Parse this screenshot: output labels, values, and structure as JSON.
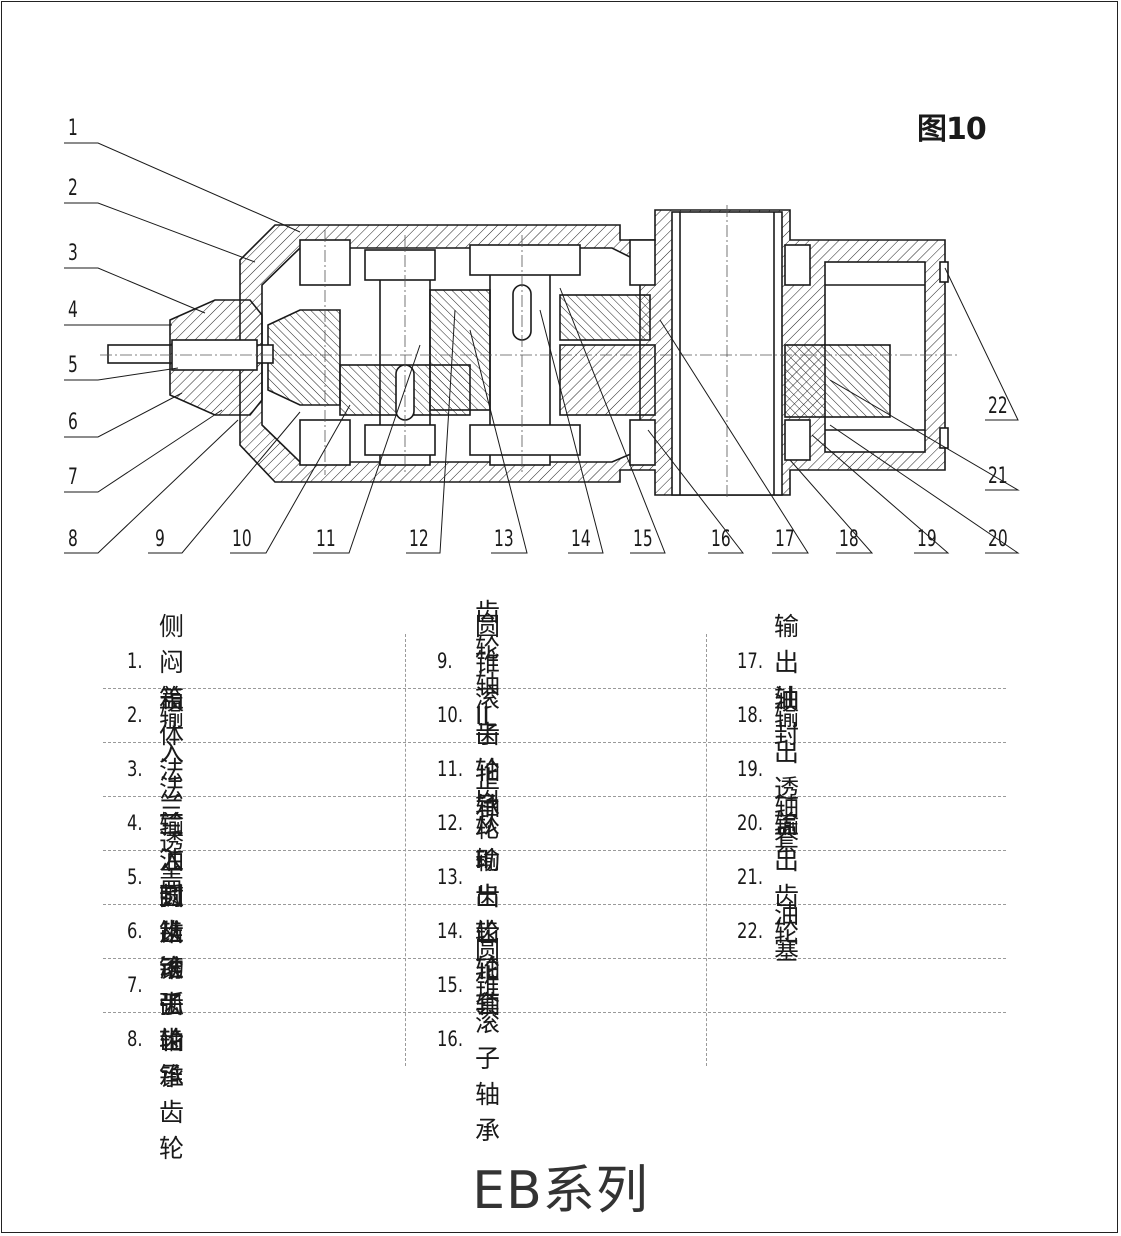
{
  "figure_label": "图10",
  "series_title": "EB系列",
  "callouts": [
    "1",
    "2",
    "3",
    "4",
    "5",
    "6",
    "7",
    "8",
    "9",
    "10",
    "11",
    "12",
    "13",
    "14",
    "15",
    "16",
    "17",
    "18",
    "19",
    "20",
    "21",
    "22"
  ],
  "parts": [
    {
      "num": "1.",
      "name": "侧闷盖"
    },
    {
      "num": "2.",
      "name": "箱体"
    },
    {
      "num": "3.",
      "name": "输入法兰"
    },
    {
      "num": "4.",
      "name": "法兰透盖"
    },
    {
      "num": "5.",
      "name": "油封"
    },
    {
      "num": "6.",
      "name": "输入弧齿锥齿轮"
    },
    {
      "num": "7.",
      "name": "圆锥滚子轴承"
    },
    {
      "num": "8.",
      "name": "从动弧齿锥齿轮"
    },
    {
      "num": "9.",
      "name": "齿轮轴II"
    },
    {
      "num": "10.",
      "name": "圆锥滚子轴承"
    },
    {
      "num": "11.",
      "name": "齿轮轴"
    },
    {
      "num": "12.",
      "name": "齿轮II"
    },
    {
      "num": "13.",
      "name": "从动齿轮"
    },
    {
      "num": "14.",
      "name": "输出齿轮轴"
    },
    {
      "num": "15.",
      "name": "轴套"
    },
    {
      "num": "16.",
      "name": "圆锥滚子轴承"
    },
    {
      "num": "17.",
      "name": "输出轴"
    },
    {
      "num": "18.",
      "name": "油封"
    },
    {
      "num": "19.",
      "name": "输出透盖"
    },
    {
      "num": "20.",
      "name": "轴套"
    },
    {
      "num": "21.",
      "name": "输出齿轮"
    },
    {
      "num": "22.",
      "name": "油塞"
    }
  ]
}
